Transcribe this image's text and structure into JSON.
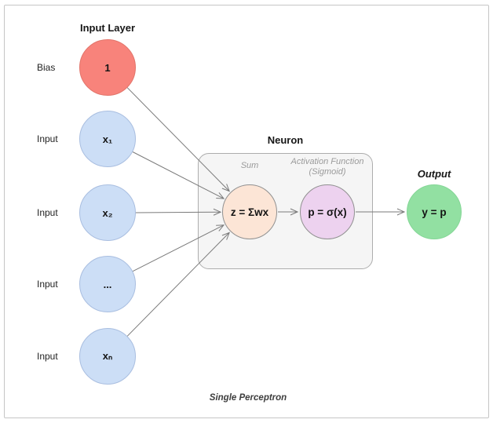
{
  "diagram": {
    "input_layer_title": "Input Layer",
    "input_nodes": [
      {
        "side_label": "Bias",
        "label": "1"
      },
      {
        "side_label": "Input",
        "label": "x₁"
      },
      {
        "side_label": "Input",
        "label": "x₂"
      },
      {
        "side_label": "Input",
        "label": "..."
      },
      {
        "side_label": "Input",
        "label": "xₙ"
      }
    ],
    "neuron": {
      "title": "Neuron",
      "sum_caption": "Sum",
      "sum_label": "z = Σwx",
      "activation_caption_line1": "Activation Function",
      "activation_caption_line2": "(Sigmoid)",
      "activation_label": "p = σ(x)"
    },
    "output": {
      "title": "Output",
      "label": "y = p"
    },
    "caption": "Single Perceptron",
    "colors": {
      "bias_fill": "#f8837b",
      "bias_stroke": "#e2756b",
      "input_fill": "#ccdef6",
      "input_stroke": "#a9bee0",
      "sum_fill": "#fce5d6",
      "activation_fill": "#edd2ef",
      "output_fill": "#92e0a2",
      "neuron_box_fill": "#f5f5f5",
      "neuron_box_stroke": "#adadad",
      "arrow": "#7a7a7a",
      "caption_gray": "#9a9a9a"
    }
  }
}
